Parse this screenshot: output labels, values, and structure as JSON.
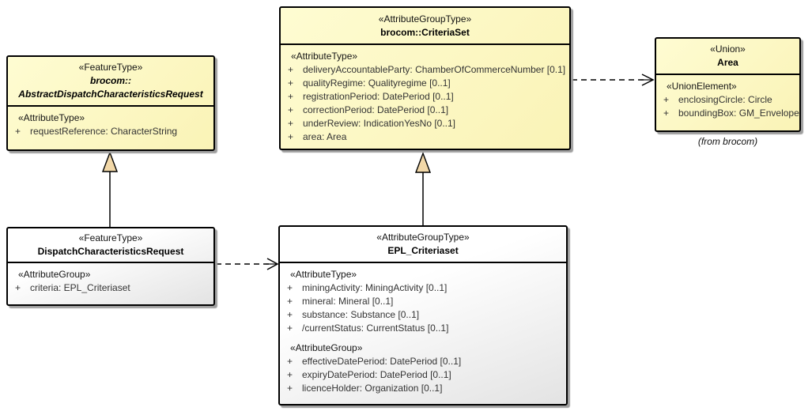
{
  "diagram": {
    "kind": "uml-class-diagram",
    "colors": {
      "class_fill_yellow": "#FBF5BD",
      "class_fill_gray": "#F0F0F0",
      "border": "#000000",
      "shadow": "#9F9F9F",
      "generalization_arrowhead_fill": "#F2D8A8",
      "background": "#FFFFFF"
    }
  },
  "boxes": {
    "criteriaset": {
      "stereotype": "«AttributeGroupType»",
      "name_lines": [
        "brocom::CriteriaSet"
      ],
      "compartments": [
        {
          "label": "«AttributeType»",
          "rows": [
            {
              "vis": "+",
              "text": "deliveryAccountableParty: ChamberOfCommerceNumber [0.1]"
            },
            {
              "vis": "+",
              "text": "qualityRegime: Qualityregime [0..1]"
            },
            {
              "vis": "+",
              "text": "registrationPeriod: DatePeriod [0..1]"
            },
            {
              "vis": "+",
              "text": "correctionPeriod: DatePeriod [0..1]"
            },
            {
              "vis": "+",
              "text": "underReview: IndicationYesNo [0..1]"
            },
            {
              "vis": "+",
              "text": "area: Area"
            }
          ]
        }
      ]
    },
    "area": {
      "stereotype": "«Union»",
      "name_lines": [
        "Area"
      ],
      "compartments": [
        {
          "label": "«UnionElement»",
          "rows": [
            {
              "vis": "+",
              "text": "enclosingCircle: Circle"
            },
            {
              "vis": "+",
              "text": "boundingBox: GM_Envelope"
            }
          ]
        }
      ],
      "caption": "(from brocom)"
    },
    "abstract": {
      "stereotype": "«FeatureType»",
      "name_lines": [
        "brocom::",
        "AbstractDispatchCharacteristicsRequest"
      ],
      "compartments": [
        {
          "label": "«AttributeType»",
          "rows": [
            {
              "vis": "+",
              "text": "requestReference: CharacterString"
            }
          ]
        }
      ]
    },
    "dispatch": {
      "stereotype": "«FeatureType»",
      "name_lines": [
        "DispatchCharacteristicsRequest"
      ],
      "compartments": [
        {
          "label": "«AttributeGroup»",
          "rows": [
            {
              "vis": "+",
              "text": "criteria: EPL_Criteriaset"
            }
          ]
        }
      ]
    },
    "epl": {
      "stereotype": "«AttributeGroupType»",
      "name_lines": [
        "EPL_Criteriaset"
      ],
      "compartments": [
        {
          "label": "«AttributeType»",
          "rows": [
            {
              "vis": "+",
              "text": "miningActivity: MiningActivity [0..1]"
            },
            {
              "vis": "+",
              "text": "mineral: Mineral [0..1]"
            },
            {
              "vis": "+",
              "text": "substance: Substance [0..1]"
            },
            {
              "vis": "+",
              "text": "/currentStatus: CurrentStatus [0..1]"
            }
          ]
        },
        {
          "label": "«AttributeGroup»",
          "rows": [
            {
              "vis": "+",
              "text": "effectiveDatePeriod: DatePeriod [0..1]"
            },
            {
              "vis": "+",
              "text": "expiryDatePeriod: DatePeriod [0..1]"
            },
            {
              "vis": "+",
              "text": "licenceHolder: Organization [0..1]"
            }
          ]
        }
      ]
    }
  },
  "connectors": {
    "gen_dispatch_to_abstract": {
      "type": "generalization",
      "source": "DispatchCharacteristicsRequest",
      "target": "brocom::AbstractDispatchCharacteristicsRequest"
    },
    "gen_epl_to_criteriaset": {
      "type": "generalization",
      "source": "EPL_Criteriaset",
      "target": "brocom::CriteriaSet"
    },
    "dep_dispatch_to_epl": {
      "type": "dashed-dependency",
      "source": "DispatchCharacteristicsRequest",
      "target": "EPL_Criteriaset"
    },
    "dep_criteriaset_to_area": {
      "type": "dashed-dependency",
      "source": "brocom::CriteriaSet",
      "target": "Area"
    }
  }
}
